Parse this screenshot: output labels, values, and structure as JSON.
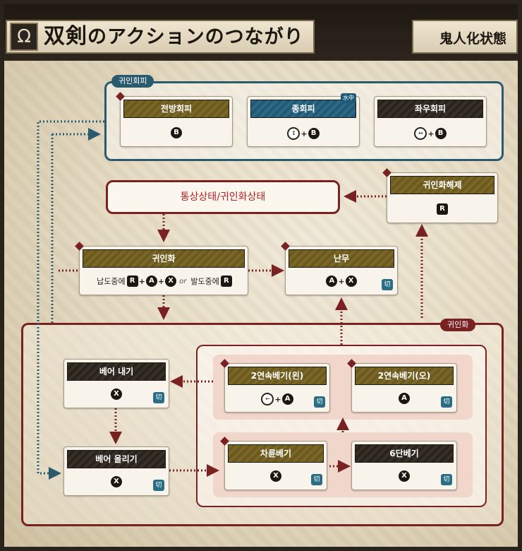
{
  "header": {
    "title_main": "双剣",
    "title_rest": "のアクションのつながり",
    "mode": "鬼人化状態",
    "icon": "dual-blades-icon"
  },
  "colors": {
    "accent_red": "#7a2222",
    "accent_blue": "#2a5a6e",
    "label_gold": "#6d5a1a",
    "label_dark": "#2a231b"
  },
  "groups": {
    "evade": "귀인회피",
    "demon": "귀인화",
    "state": "통상상태/귀인화상태"
  },
  "cards": {
    "front_evade": {
      "label": "전방회피",
      "btn": "B"
    },
    "vertical_evade": {
      "label": "종회피",
      "badge": "水中",
      "btn": "B"
    },
    "side_evade": {
      "label": "좌우회피",
      "btn": "B"
    },
    "demon_release": {
      "label": "귀인화해제",
      "btn": "R"
    },
    "demon_mode": {
      "label": "귀인화",
      "sheathed": "납도중에",
      "or": "or",
      "drawn": "발도중에",
      "btn_r": "R",
      "btn_a": "A",
      "btn_x": "X"
    },
    "rampage": {
      "label": "난무",
      "btn_a": "A",
      "btn_x": "X"
    },
    "slash_out": {
      "label": "베어 내기",
      "btn": "X"
    },
    "slash_up": {
      "label": "베어 올리기",
      "btn": "X"
    },
    "double_left": {
      "label": "2연속베기(왼)",
      "btn": "A"
    },
    "double_right": {
      "label": "2연속베기(오)",
      "btn": "A"
    },
    "wheel_slash": {
      "label": "차륜베기",
      "btn": "X"
    },
    "six_slash": {
      "label": "6단베기",
      "btn": "X"
    }
  },
  "kanji": "切"
}
